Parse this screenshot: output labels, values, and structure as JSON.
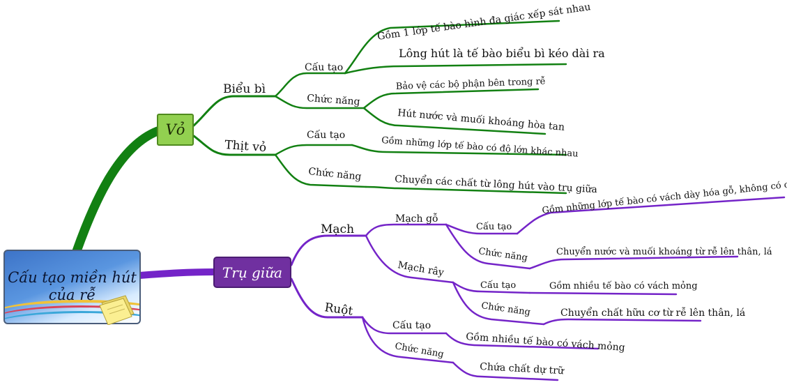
{
  "root": {
    "title": "Cấu tạo miền hút\ncủa rễ"
  },
  "colors": {
    "green": "#128012",
    "purple": "#7424c8",
    "vo_fill": "#92d050",
    "tru_fill": "#7030a0"
  },
  "vo": {
    "label": "Vỏ",
    "bieu_bi": {
      "label": "Biểu bì",
      "cau_tao": {
        "label": "Cấu tạo",
        "items": [
          "Gồm 1 lớp tế bào hình đa giác xếp sát nhau",
          "Lông hút là tế bào biểu bì kéo dài ra"
        ]
      },
      "chuc_nang": {
        "label": "Chức năng",
        "items": [
          "Bảo vệ các bộ phận bên trong rễ",
          "Hút nước và muối khoáng hòa tan"
        ]
      }
    },
    "thit_vo": {
      "label": "Thịt vỏ",
      "cau_tao": {
        "label": "Cấu tạo",
        "items": [
          "Gồm những lớp tế bào có độ lớn khác nhau"
        ]
      },
      "chuc_nang": {
        "label": "Chức năng",
        "items": [
          "Chuyển các chất từ lông hút vào trụ giữa"
        ]
      }
    }
  },
  "tru_giua": {
    "label": "Trụ giữa",
    "mach": {
      "label": "Mạch",
      "mach_go": {
        "label": "Mạch gỗ",
        "cau_tao": {
          "label": "Cấu tạo",
          "items": [
            "Gồm những lớp tế bào có vách dày hóa gỗ, không có chất tế bào"
          ]
        },
        "chuc_nang": {
          "label": "Chức năng",
          "items": [
            "Chuyển nước và muối khoáng từ rễ lên thân, lá"
          ]
        }
      },
      "mach_ray": {
        "label": "Mạch rây",
        "cau_tao": {
          "label": "Cấu tạo",
          "items": [
            "Gồm nhiều tế bào có vách mỏng"
          ]
        },
        "chuc_nang": {
          "label": "Chức năng",
          "items": [
            "Chuyển chất hữu cơ từ rễ lên thân, lá"
          ]
        }
      }
    },
    "ruot": {
      "label": "Ruột",
      "cau_tao": {
        "label": "Cấu tạo",
        "items": [
          "Gồm nhiều tế bào có vách mỏng"
        ]
      },
      "chuc_nang": {
        "label": "Chức năng",
        "items": [
          "Chứa chất dự trữ"
        ]
      }
    }
  }
}
